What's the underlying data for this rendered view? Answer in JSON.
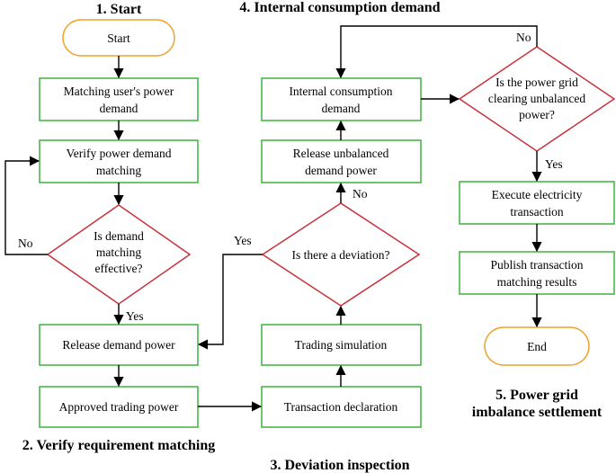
{
  "headers": {
    "h1": "1. Start",
    "h2": "2. Verify requirement matching",
    "h3": "3. Deviation inspection",
    "h4": "4. Internal consumption demand",
    "h5_line1": "5. Power grid",
    "h5_line2": "imbalance settlement"
  },
  "nodes": {
    "start": "Start",
    "matching_l1": "Matching user's power",
    "matching_l2": "demand",
    "verify_l1": "Verify power demand",
    "verify_l2": "matching",
    "dec1_l1": "Is demand",
    "dec1_l2": "matching",
    "dec1_l3": "effective?",
    "release_demand": "Release demand power",
    "approved": "Approved trading power",
    "declaration": "Transaction declaration",
    "simulation": "Trading simulation",
    "dec2": "Is there a deviation?",
    "release_unbal_l1": "Release unbalanced",
    "release_unbal_l2": "demand power",
    "internal_l1": "Internal consumption",
    "internal_l2": "demand",
    "dec3_l1": "Is the power grid",
    "dec3_l2": "clearing unbalanced",
    "dec3_l3": "power?",
    "execute_l1": "Execute electricity",
    "execute_l2": "transaction",
    "publish_l1": "Publish transaction",
    "publish_l2": "matching results",
    "end": "End"
  },
  "edge_labels": {
    "no1": "No",
    "yes1": "Yes",
    "yes2": "Yes",
    "no2": "No",
    "no3": "No",
    "yes3": "Yes"
  },
  "colors": {
    "process_border": "#3cb43c",
    "decision_border": "#c8323c",
    "terminal_border": "#f0a028",
    "line": "#000000"
  }
}
